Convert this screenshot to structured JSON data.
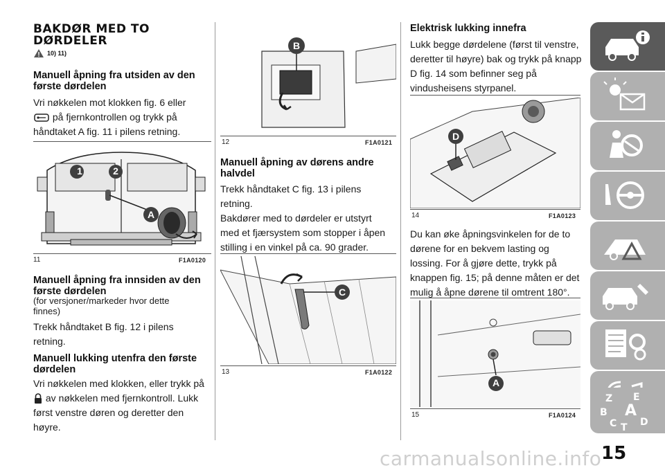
{
  "col1": {
    "heading": "BAKDØR MED TO\nDØRDELER",
    "warn_refs": "10) 11)",
    "s1_title": "Manuell åpning fra utsiden av den\nførste dørdelen",
    "s1_line1": "Vri nøkkelen mot klokken fig. 6 eller",
    "s1_line2": "på fjernkontrollen og trykk på",
    "s1_line3": "håndtaket A fig. 11 i pilens retning.",
    "fig11_num": "11",
    "fig11_code": "F1A0120",
    "fig11_label_1": "1",
    "fig11_label_2": "2",
    "fig11_label_A": "A",
    "s2_title": "Manuell åpning fra innsiden av den\nførste dørdelen",
    "s2_note": "(for versjoner/markeder hvor dette\nfinnes)",
    "s2_body": "Trekk håndtaket B fig. 12 i pilens\nretning.",
    "s3_title": "Manuell lukking utenfra den første\ndørdelen",
    "s3_line1": "Vri nøkkelen med klokken, eller trykk på",
    "s3_line2": "av nøkkelen med fjernkontroll. Lukk",
    "s3_line3": "først venstre døren og deretter den\nhøyre."
  },
  "col2": {
    "fig12_num": "12",
    "fig12_code": "F1A0121",
    "fig12_label": "B",
    "s4_title": "Manuell åpning av dørens andre\nhalvdel",
    "s4_body": "Trekk håndtaket C fig. 13 i pilens\nretning.\nBakdører med to dørdeler er utstyrt\nmed et fjærsystem som stopper i åpen\nstilling i en vinkel på ca. 90 grader.",
    "fig13_num": "13",
    "fig13_code": "F1A0122",
    "fig13_label": "C"
  },
  "col3": {
    "s5_title": "Elektrisk lukking innefra",
    "s5_body": "Lukk begge dørdelene (først til venstre,\nderetter til høyre) bak og trykk på knapp\nD fig. 14 som befinner seg på\nvindusheisens styrpanel.",
    "fig14_num": "14",
    "fig14_code": "F1A0123",
    "fig14_label": "D",
    "s6_body": "Du kan øke åpningsvinkelen for de to\ndørene for en bekvem lasting og\nlossing. For å gjøre dette, trykk på\nknappen fig. 15; på denne måten er det\nmulig å åpne dørene til omtrent 180°.",
    "fig15_num": "15",
    "fig15_code": "F1A0124",
    "fig15_label": "A"
  },
  "sidebar": {
    "tabs": [
      {
        "icon": "car-info-icon",
        "active": true
      },
      {
        "icon": "warning-lights-icon",
        "active": false
      },
      {
        "icon": "airbag-icon",
        "active": false
      },
      {
        "icon": "steering-wheel-icon",
        "active": false
      },
      {
        "icon": "breakdown-triangle-icon",
        "active": false
      },
      {
        "icon": "car-maintenance-icon",
        "active": false
      },
      {
        "icon": "technical-data-icon",
        "active": false
      },
      {
        "icon": "multimedia-icon",
        "active": false
      },
      {
        "icon": "index-icon",
        "active": false
      }
    ],
    "index_letters": [
      "Z",
      "E",
      "B",
      "A",
      "C",
      "T",
      "D"
    ]
  },
  "page_number": "15",
  "watermark": "carmanualsonline.info",
  "colors": {
    "accent": "#5a5a5a",
    "tab": "#b0b0b0",
    "rule": "#9a9a9a"
  }
}
